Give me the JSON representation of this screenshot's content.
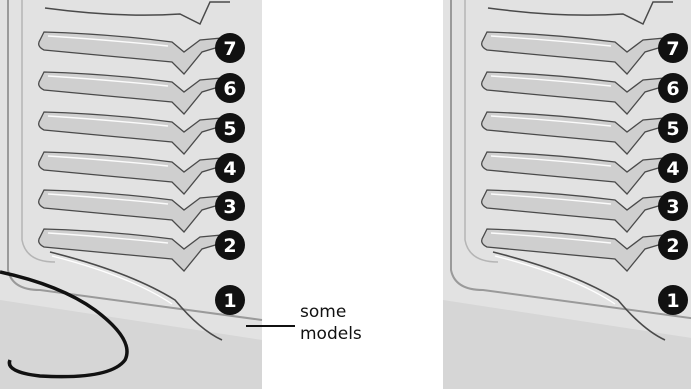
{
  "panels": [
    {
      "id": "left",
      "rack_positions": [
        "7",
        "6",
        "5",
        "4",
        "3",
        "2",
        "1"
      ],
      "has_heating_element": true
    },
    {
      "id": "right",
      "rack_positions": [
        "7",
        "6",
        "5",
        "4",
        "3",
        "2",
        "1"
      ],
      "has_heating_element": false
    }
  ],
  "callout": {
    "line1": "some",
    "line2": "models"
  },
  "colors": {
    "wall": "#e2e2e2",
    "rib": "#cfcfcf",
    "rib_edge": "#4a4a4a",
    "badge": "#111111",
    "element": "#111111"
  }
}
